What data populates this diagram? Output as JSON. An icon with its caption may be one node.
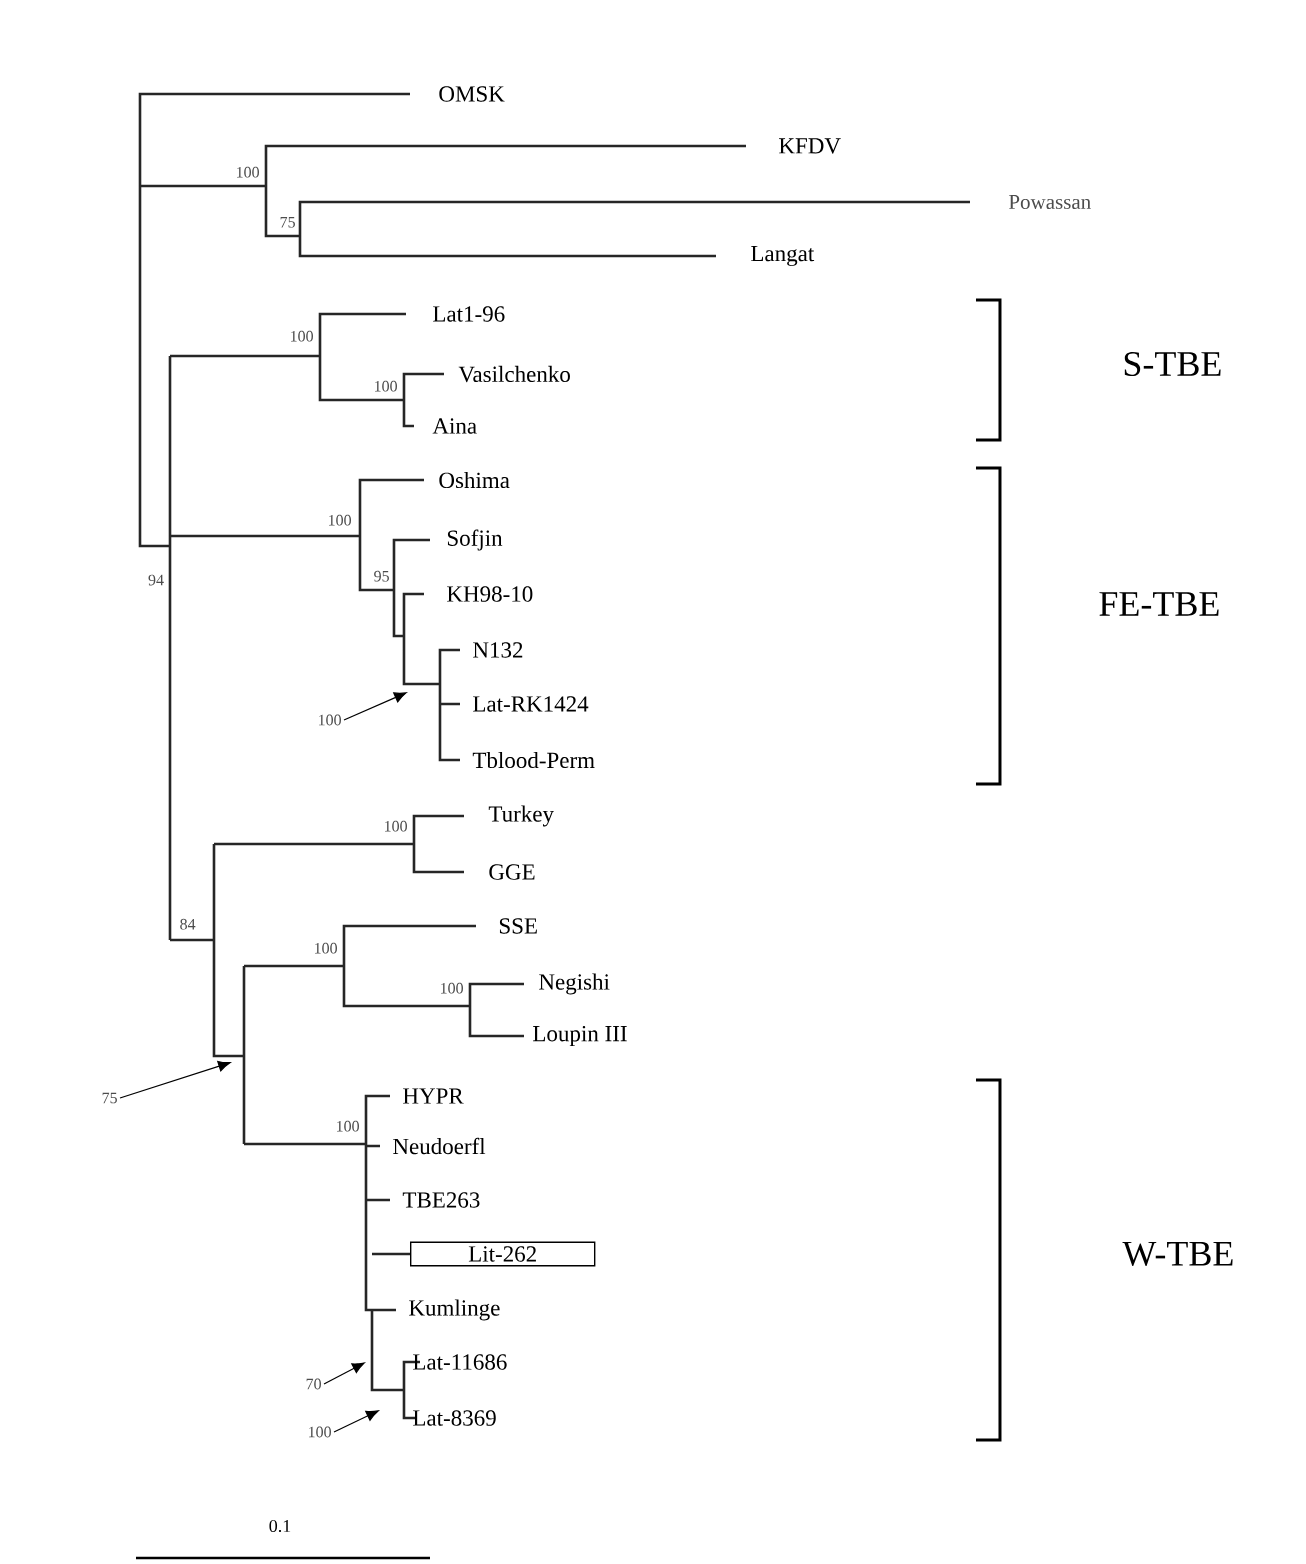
{
  "diagram": {
    "nodes": [
      {
        "text": [
          "Lit-262"
        ]
      },
      {
        "text": [
          "100"
        ]
      },
      {
        "text": [
          "75"
        ]
      },
      {
        "text": [
          "70"
        ]
      },
      {
        "text": [
          "100"
        ]
      }
    ],
    "edges": [
      {
        "from": 1,
        "to": null,
        "arrow": "to"
      },
      {
        "from": 2,
        "to": null,
        "arrow": "to"
      },
      {
        "from": 3,
        "to": null,
        "arrow": "to"
      },
      {
        "from": 4,
        "to": null,
        "arrow": "to"
      }
    ],
    "labels": [
      "OMSK",
      "KFDV",
      "100",
      "Powassan",
      "75",
      "Langat",
      "Lat1-96",
      "100",
      "S-TBE",
      "Vasilchenko",
      "100",
      "Aina",
      "Oshima",
      "100",
      "Sofjin",
      "94",
      "95",
      "KH98-10",
      "FE-TBE",
      "N132",
      "Lat-RK1424",
      "Tblood-Perm",
      "Turkey",
      "100",
      "GGE",
      "84",
      "SSE",
      "100",
      "Negishi",
      "100",
      "Loupin III",
      "HYPR",
      "100",
      "Neudoerfl",
      "TBE263",
      "W-TBE",
      "Kumlinge",
      "Lat-11686",
      "Lat-8369",
      "0.1"
    ]
  }
}
